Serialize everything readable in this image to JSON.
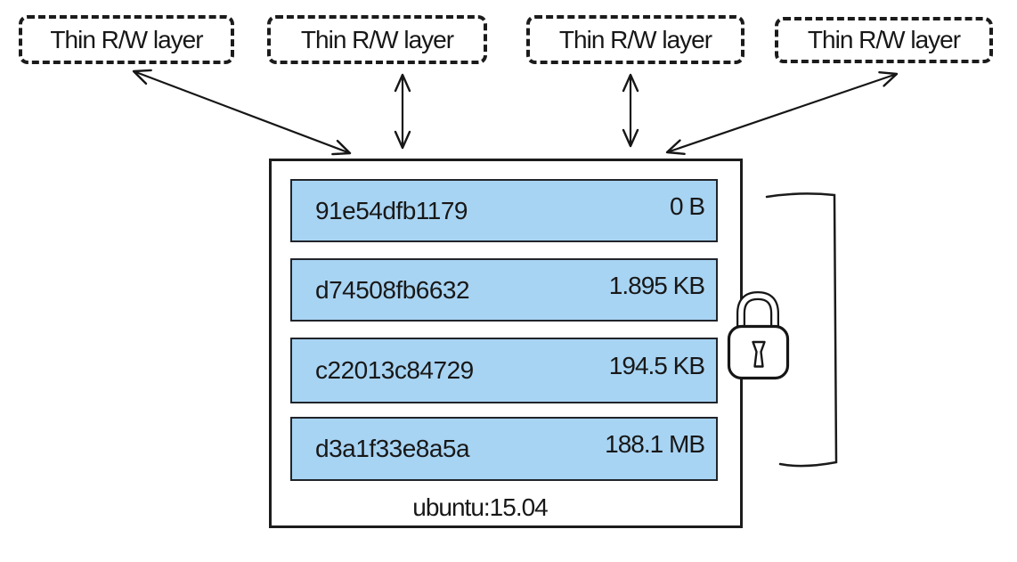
{
  "diagram": {
    "title_hint": "docker image layers",
    "rw_layers": [
      {
        "label": "Thin R/W layer"
      },
      {
        "label": "Thin R/W layer"
      },
      {
        "label": "Thin R/W layer"
      },
      {
        "label": "Thin R/W layer"
      }
    ],
    "image": {
      "name": "ubuntu:15.04",
      "layers": [
        {
          "id": "91e54dfb1179",
          "size": "0 B"
        },
        {
          "id": "d74508fb6632",
          "size": "1.895 KB"
        },
        {
          "id": "c22013c84729",
          "size": "194.5 KB"
        },
        {
          "id": "d3a1f33e8a5a",
          "size": "188.1 MB"
        }
      ]
    },
    "icons": {
      "lock": "lock-icon",
      "arrow": "bidirectional-arrow"
    },
    "colors": {
      "layer_fill": "#a8d4f3",
      "stroke": "#1b1b1b",
      "background": "#ffffff"
    }
  }
}
